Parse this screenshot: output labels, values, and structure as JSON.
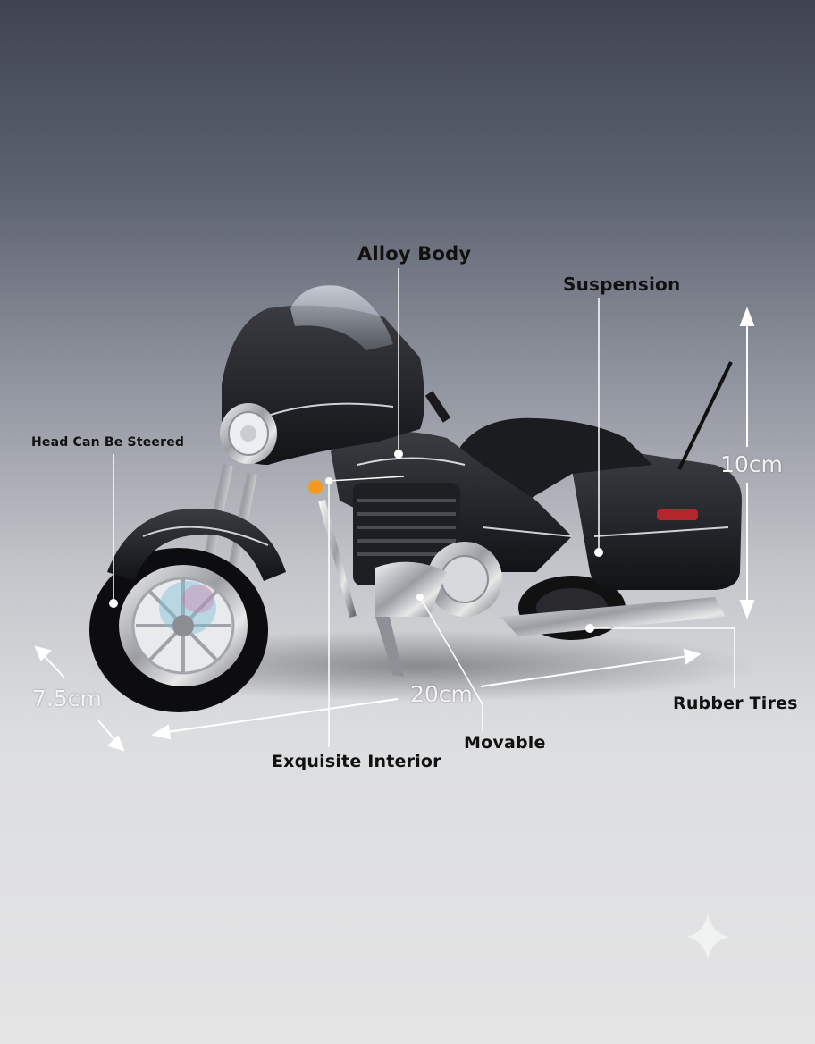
{
  "product": {
    "alt": "Black die-cast touring motorcycle model"
  },
  "callouts": {
    "alloy_body": "Alloy Body",
    "suspension": "Suspension",
    "head_steered": "Head Can Be Steered",
    "exquisite_interior": "Exquisite Interior",
    "movable": "Movable",
    "rubber_tires": "Rubber Tires"
  },
  "dimensions": {
    "height": "10cm",
    "length": "20cm",
    "width": "7.5cm"
  }
}
